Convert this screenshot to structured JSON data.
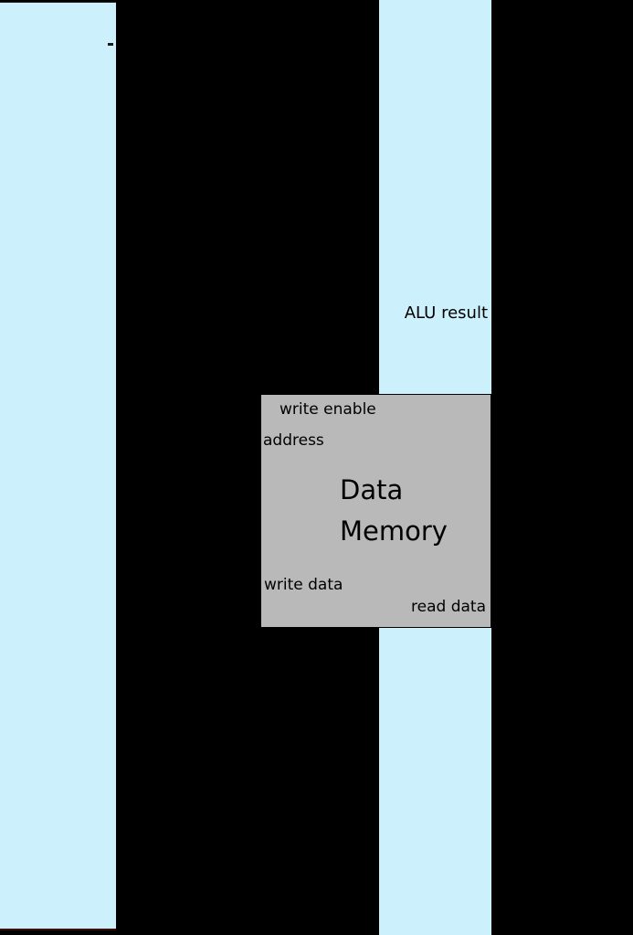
{
  "diagram": {
    "left_register_bar": {
      "role": "pipeline register column"
    },
    "alu_bar": {
      "label": "ALU result"
    },
    "memory_block": {
      "title_line1": "Data",
      "title_line2": "Memory",
      "ports": {
        "write_enable": "write enable",
        "address": "address",
        "write_data": "write data",
        "read_data": "read data"
      }
    }
  },
  "colors": {
    "background": "#000000",
    "bar_fill": "#cdf0fd",
    "memory_fill": "#b9b9b9",
    "text": "#000000"
  }
}
